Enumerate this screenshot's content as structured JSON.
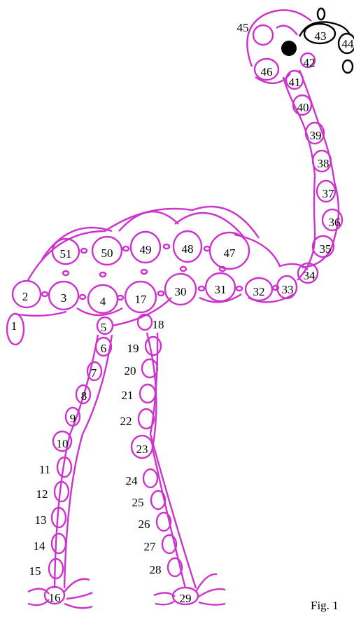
{
  "figure": {
    "caption": "Fig. 1",
    "line_color": "#cc33cc",
    "accent_color": "#000000",
    "labels": [
      "1",
      "2",
      "3",
      "4",
      "5",
      "6",
      "7",
      "8",
      "9",
      "10",
      "11",
      "12",
      "13",
      "14",
      "15",
      "16",
      "17",
      "18",
      "19",
      "20",
      "21",
      "22",
      "23",
      "24",
      "25",
      "26",
      "27",
      "28",
      "29",
      "30",
      "31",
      "32",
      "33",
      "34",
      "35",
      "36",
      "37",
      "38",
      "39",
      "40",
      "41",
      "42",
      "43",
      "44",
      "45",
      "46",
      "47",
      "48",
      "49",
      "50",
      "51"
    ]
  }
}
